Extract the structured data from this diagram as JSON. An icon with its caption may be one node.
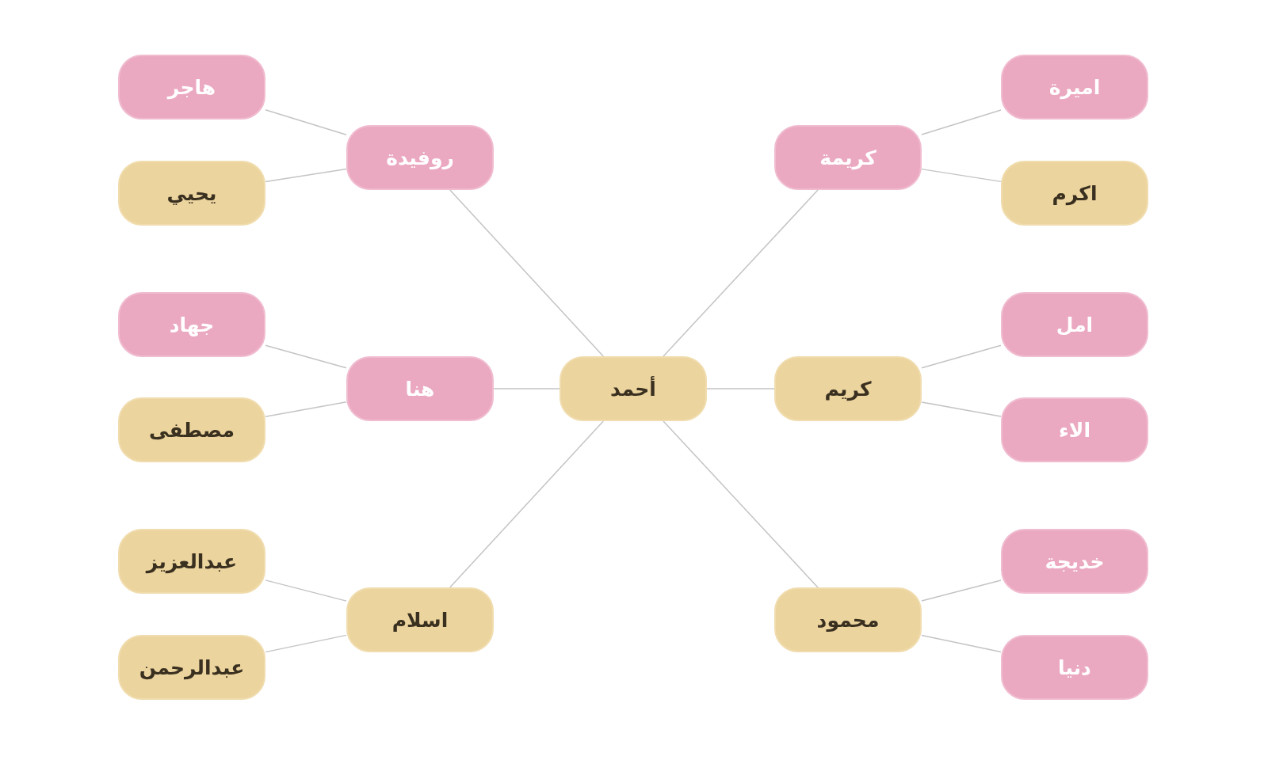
{
  "diagram": {
    "nodes": [
      {
        "text": [
          "أحمد"
        ]
      },
      {
        "text": [
          "روفيدة"
        ]
      },
      {
        "text": [
          "هاجر"
        ]
      },
      {
        "text": [
          "يحيي"
        ]
      },
      {
        "text": [
          "هنا"
        ]
      },
      {
        "text": [
          "جهاد"
        ]
      },
      {
        "text": [
          "مصطفى"
        ]
      },
      {
        "text": [
          "اسلام"
        ]
      },
      {
        "text": [
          "عبدالعزيز"
        ]
      },
      {
        "text": [
          "عبدالرحمن"
        ]
      },
      {
        "text": [
          "كريمة"
        ]
      },
      {
        "text": [
          "اميرة"
        ]
      },
      {
        "text": [
          "اكرم"
        ]
      },
      {
        "text": [
          "كريم"
        ]
      },
      {
        "text": [
          "امل"
        ]
      },
      {
        "text": [
          "الاء"
        ]
      },
      {
        "text": [
          "محمود"
        ]
      },
      {
        "text": [
          "خديجة"
        ]
      },
      {
        "text": [
          "دنيا"
        ]
      }
    ],
    "edges": [
      {
        "from": 0,
        "to": 1,
        "arrow": "none"
      },
      {
        "from": 1,
        "to": 2,
        "arrow": "none"
      },
      {
        "from": 1,
        "to": 3,
        "arrow": "none"
      },
      {
        "from": 0,
        "to": 4,
        "arrow": "none"
      },
      {
        "from": 4,
        "to": 5,
        "arrow": "none"
      },
      {
        "from": 4,
        "to": 6,
        "arrow": "none"
      },
      {
        "from": 0,
        "to": 7,
        "arrow": "none"
      },
      {
        "from": 7,
        "to": 8,
        "arrow": "none"
      },
      {
        "from": 7,
        "to": 9,
        "arrow": "none"
      },
      {
        "from": 0,
        "to": 10,
        "arrow": "none"
      },
      {
        "from": 10,
        "to": 11,
        "arrow": "none"
      },
      {
        "from": 10,
        "to": 12,
        "arrow": "none"
      },
      {
        "from": 0,
        "to": 13,
        "arrow": "none"
      },
      {
        "from": 13,
        "to": 14,
        "arrow": "none"
      },
      {
        "from": 13,
        "to": 15,
        "arrow": "none"
      },
      {
        "from": 0,
        "to": 16,
        "arrow": "none"
      },
      {
        "from": 16,
        "to": 17,
        "arrow": "none"
      },
      {
        "from": 16,
        "to": 18,
        "arrow": "none"
      }
    ]
  }
}
